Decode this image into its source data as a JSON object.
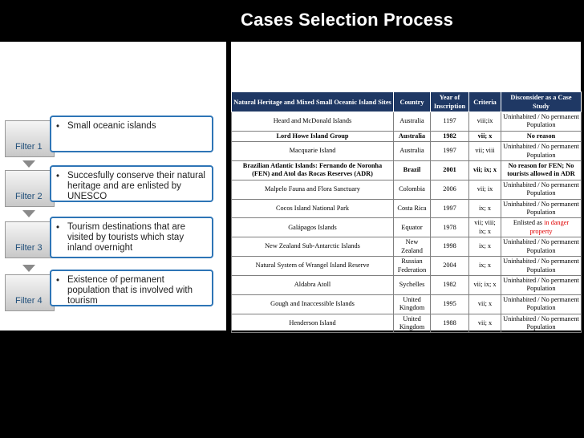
{
  "title": "Cases Selection Process",
  "filters": [
    {
      "label": "Filter 1",
      "bullet": "•",
      "text": "Small oceanic islands"
    },
    {
      "label": "Filter 2",
      "bullet": "•",
      "text": "Succesfully conserve their natural heritage and are enlisted by UNESCO"
    },
    {
      "label": "Filter 3",
      "bullet": "•",
      "text": "Tourism destinations that are visited by tourists which stay inland overnight"
    },
    {
      "label": "Filter 4",
      "bullet": "•",
      "text": "Existence of permanent population that is involved with tourism"
    }
  ],
  "table": {
    "headers": [
      "Natural Heritage and Mixed Small Oceanic Island Sites",
      "Country",
      "Year of Inscription",
      "Criteria",
      "Disconsider as a Case Study"
    ],
    "rows": [
      {
        "site": "Heard and McDonald Islands",
        "country": "Australia",
        "year": "1197",
        "criteria": "viii;ix",
        "note": "Uninhabited / No permanent Population",
        "bold": false
      },
      {
        "site": "Lord Howe Island Group",
        "country": "Australia",
        "year": "1982",
        "criteria": "vii; x",
        "note": "No reason",
        "bold": true
      },
      {
        "site": "Macquarie Island",
        "country": "Australia",
        "year": "1997",
        "criteria": "vii; viii",
        "note": "Uninhabited / No permanent Population",
        "bold": false
      },
      {
        "site": "Brazilian Atlantic Islands: Fernando de Noronha (FEN) and Atol das Rocas Reserves (ADR)",
        "country": "Brazil",
        "year": "2001",
        "criteria": "vii; ix; x",
        "note": "No reason for FEN; No tourists allowed in ADR",
        "bold": true
      },
      {
        "site": "Malpelo Fauna and Flora Sanctuary",
        "country": "Colombia",
        "year": "2006",
        "criteria": "vii; ix",
        "note": "Uninhabited / No permanent Population",
        "bold": false
      },
      {
        "site": "Cocos Island National Park",
        "country": "Costa Rica",
        "year": "1997",
        "criteria": "ix; x",
        "note": "Uninhabited / No permanent Population",
        "bold": false
      },
      {
        "site": "Galápagos Islands",
        "country": "Equator",
        "year": "1978",
        "criteria": "vii; viii; ix; x",
        "note": "Enlisted as ",
        "note_red": "in danger property",
        "bold": false
      },
      {
        "site": "New Zealand Sub-Antarctic Islands",
        "country": "New Zealand",
        "year": "1998",
        "criteria": "ix; x",
        "note": "Uninhabited / No permanent Population",
        "bold": false
      },
      {
        "site": "Natural System of Wrangel Island Reserve",
        "country": "Russian Federation",
        "year": "2004",
        "criteria": "ix; x",
        "note": "Uninhabited / No permanent Population",
        "bold": false
      },
      {
        "site": "Aldabra Atoll",
        "country": "Sychelles",
        "year": "1982",
        "criteria": "vii; ix; x",
        "note": "Uninhabited / No permanent Population",
        "bold": false
      },
      {
        "site": "Gough and Inaccessible Islands",
        "country": "United Kingdom",
        "year": "1995",
        "criteria": "vii; x",
        "note": "Uninhabited / No permanent Population",
        "bold": false
      },
      {
        "site": "Henderson Island",
        "country": "United Kingdom",
        "year": "1988",
        "criteria": "vii; x",
        "note": "Uninhabited / No permanent Population",
        "bold": false
      }
    ]
  }
}
